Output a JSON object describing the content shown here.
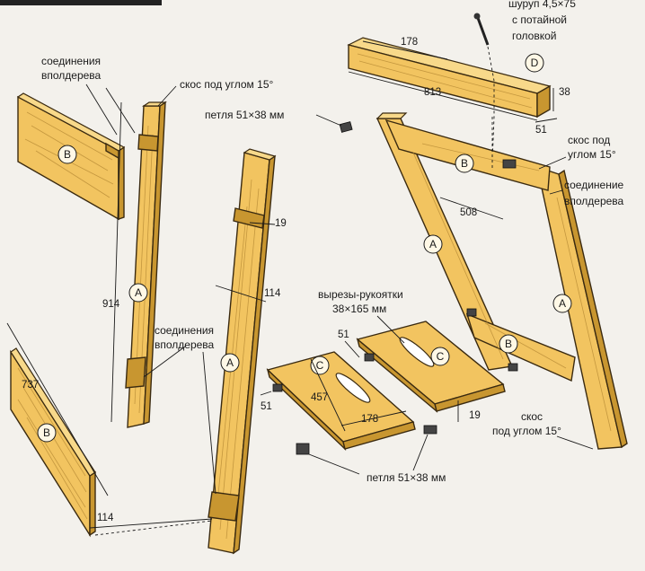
{
  "labels": {
    "dado_top_left": [
      "соединения",
      "вполдерева"
    ],
    "bevel_top": "скос под углом 15°",
    "hinge_top": "петля 51×38 мм",
    "screw": [
      "шуруп 4,5×75",
      "с потайной",
      "головкой"
    ],
    "bevel_right": [
      "скос под",
      "углом 15°"
    ],
    "dado_right": [
      "соединение",
      "вполдерева"
    ],
    "handle_cutouts": [
      "вырезы-рукоятки",
      "38×165 мм"
    ],
    "dado_mid": [
      "соединения",
      "вполдерева"
    ],
    "bevel_bottom": [
      "скос",
      "под углом 15°"
    ],
    "hinge_bottom": "петля 51×38 мм"
  },
  "dimensions": {
    "d178_top": "178",
    "d813": "813",
    "d38": "38",
    "d51_top": "51",
    "d508": "508",
    "d914": "914",
    "d19_a": "19",
    "d114_a": "114",
    "d737": "737",
    "d114_b": "114",
    "d51_left": "51",
    "d457": "457",
    "d178_bottom": "178",
    "d19_b": "19",
    "d51_mid": "51"
  },
  "part_markers": {
    "A": "A",
    "B": "B",
    "C": "C",
    "D": "D"
  }
}
